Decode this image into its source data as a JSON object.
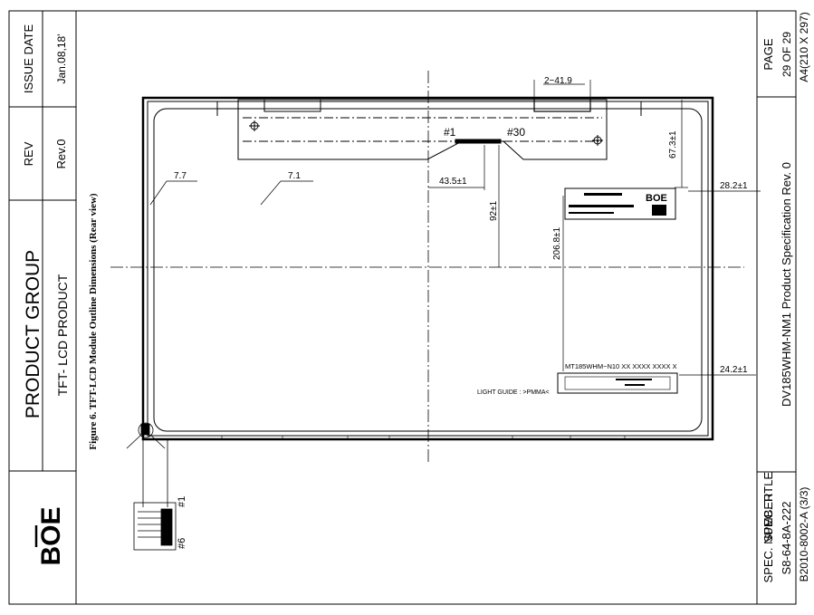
{
  "header": {
    "logo": "BOE",
    "product_group_label": "PRODUCT GROUP",
    "product_group_value": "TFT- LCD PRODUCT",
    "rev_label": "REV",
    "rev_value": "Rev.0",
    "issue_date_label": "ISSUE DATE",
    "issue_date_value": "Jan.08,18'"
  },
  "footer": {
    "spec_number_label": "SPEC. NUMBER",
    "spec_number_value": "S8-64-8A-222",
    "spec_title_label": "SPEC. TITLE",
    "spec_title_value": "DV185WHM-NM1 Product Specification Rev. 0",
    "page_label": "PAGE",
    "page_value": "29  OF 29",
    "form_number": "B2010-8002-A (3/3)",
    "paper_size": "A4(210 X 297)"
  },
  "figure": {
    "caption": "Figure 6. TFT-LCD Module Outline Dimensions (Rear view)",
    "dims": {
      "d_2_41_9": "2−41.9",
      "d_67_3": "67.3±1",
      "d_28_2": "28.2±1",
      "d_43_5": "43.5±1",
      "d_92": "92±1",
      "d_206_8": "206.8±1",
      "d_24_2": "24.2±1",
      "d_7_7": "7.7",
      "d_7_1": "7.1"
    },
    "pins": {
      "pin1": "#1",
      "pin30": "#30",
      "conn_pin1": "#1",
      "conn_pin6": "#6"
    },
    "label_text": "MT185WHM−N10  XX  XXXX  XXXX  X",
    "light_guide": "LIGHT GUIDE : >PMMA<",
    "sticker_logo": "BOE"
  },
  "colors": {
    "line": "#000000",
    "background": "#ffffff"
  }
}
